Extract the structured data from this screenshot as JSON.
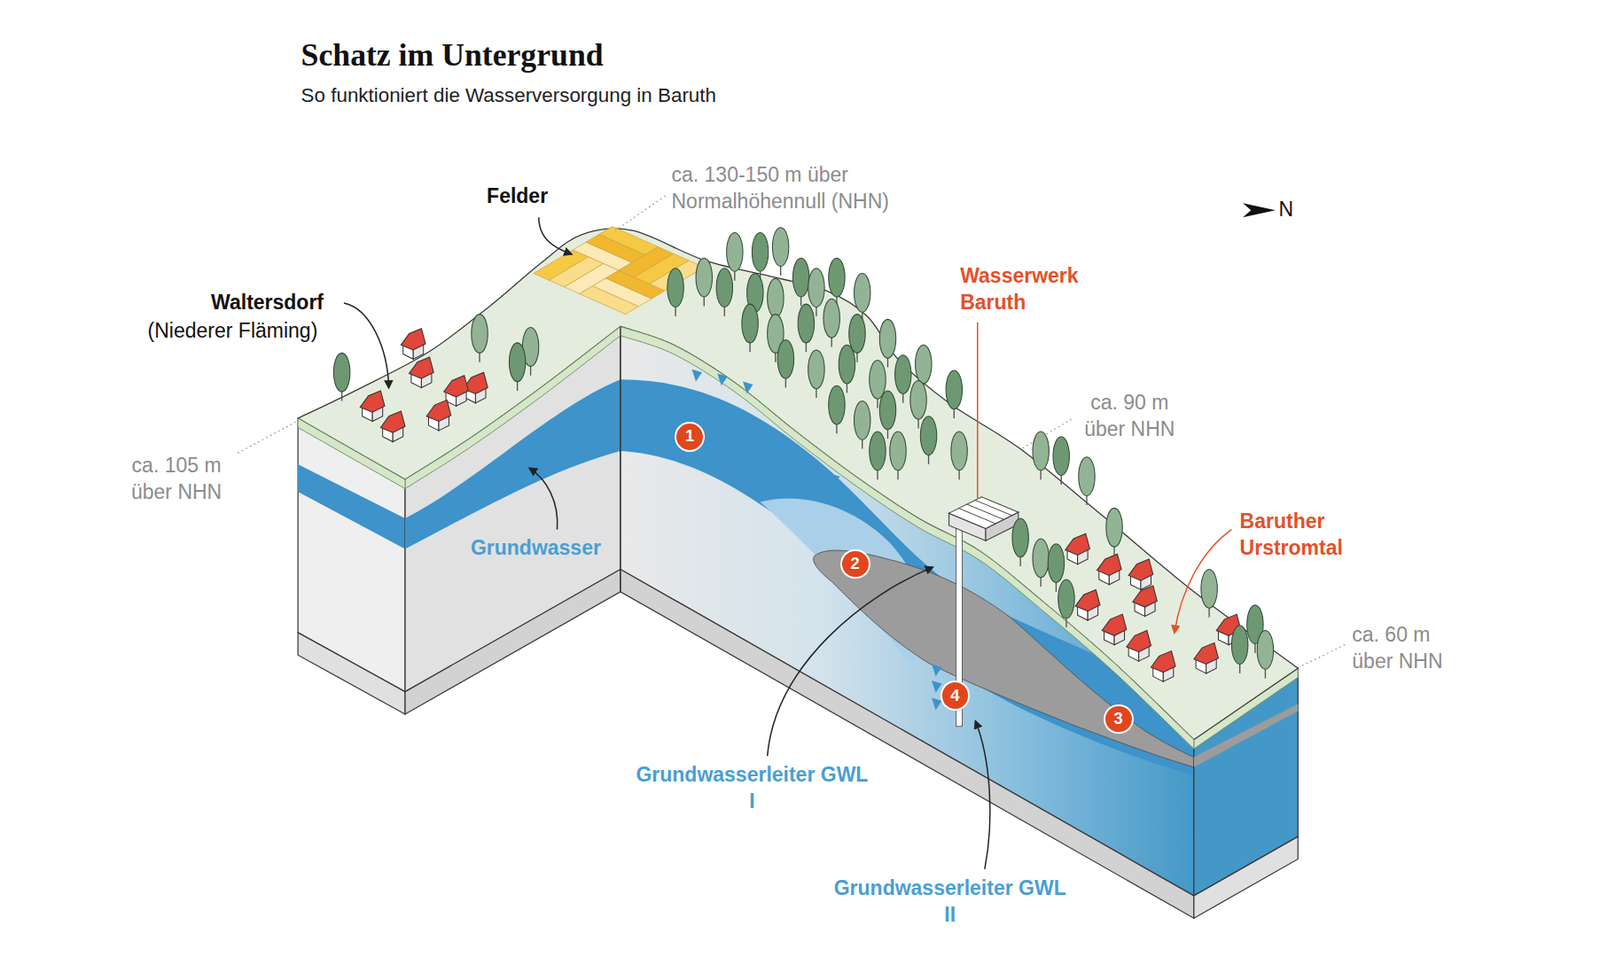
{
  "diagram": {
    "title": "Schatz im Untergrund",
    "caption": "So funktioniert die Wasserversorgung in Baruth",
    "nodes": [
      {
        "text": [
          "1"
        ]
      },
      {
        "text": [
          "2"
        ]
      },
      {
        "text": [
          "3"
        ]
      },
      {
        "text": [
          "4"
        ]
      }
    ],
    "labels": [
      "Felder",
      "ca. 130-150 m über Normalhöhennull (NHN)",
      "N",
      "Waltersdorf",
      "(Niederer Fläming)",
      "Wasserwerk Baruth",
      "ca. 90 m über NHN",
      "ca. 105 m über NHN",
      "Grundwasser",
      "Baruther Urstromtal",
      "ca. 60 m über NHN",
      "Grundwasserleiter GWL I",
      "Grundwasserleiter GWL II"
    ]
  }
}
